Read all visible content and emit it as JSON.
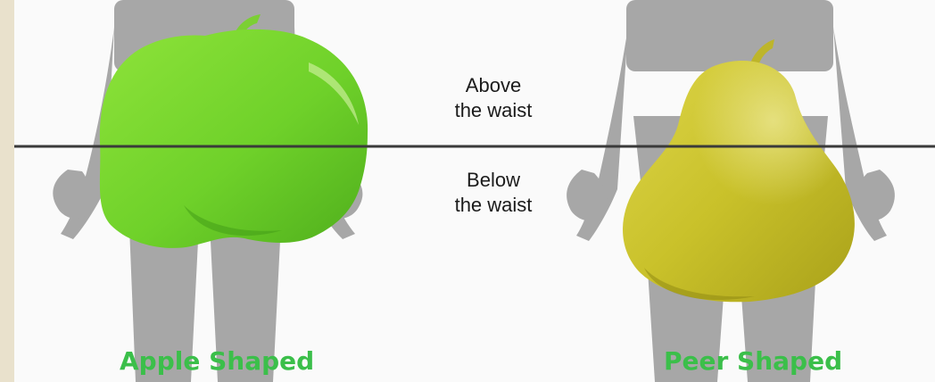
{
  "diagram": {
    "above_line1": "Above",
    "above_line2": "the waist",
    "below_line1": "Below",
    "below_line2": "the waist",
    "left_caption": "Apple Shaped",
    "right_caption": "Peer Shaped"
  },
  "colors": {
    "frame": "#e9e1cc",
    "background": "#fafafa",
    "silhouette": "#a7a7a7",
    "apple": "#7fd72e",
    "pear": "#cfc62c",
    "caption": "#3bbf4a",
    "waist_line": "#3a3a3a"
  },
  "icons": [
    "human-silhouette",
    "apple-shape",
    "pear-shape"
  ]
}
